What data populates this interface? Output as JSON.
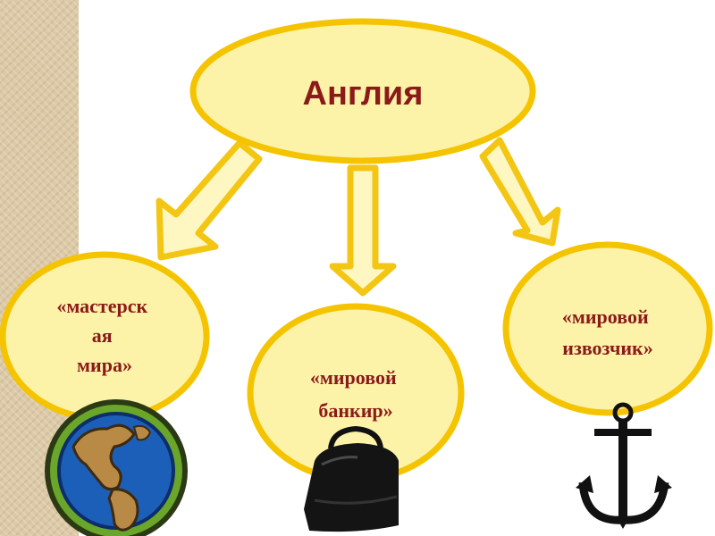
{
  "colors": {
    "node_fill": "#fdf3a8",
    "node_stroke": "#f5c400",
    "arrow_fill": "#fff7c2",
    "arrow_stroke": "#f3c613",
    "text": "#8b1a1a",
    "side_strip": "#dcc9a6"
  },
  "diagram": {
    "root": {
      "label": "Англия"
    },
    "nodes": [
      {
        "id": "workshop",
        "lines": [
          "«мастерск",
          "ая",
          "мира»"
        ],
        "icon": "globe-icon"
      },
      {
        "id": "banker",
        "lines": [
          "«мировой",
          "банкир»"
        ],
        "icon": "bag-icon"
      },
      {
        "id": "carrier",
        "lines": [
          "«мировой",
          "извозчик»"
        ],
        "icon": "anchor-icon"
      }
    ]
  }
}
